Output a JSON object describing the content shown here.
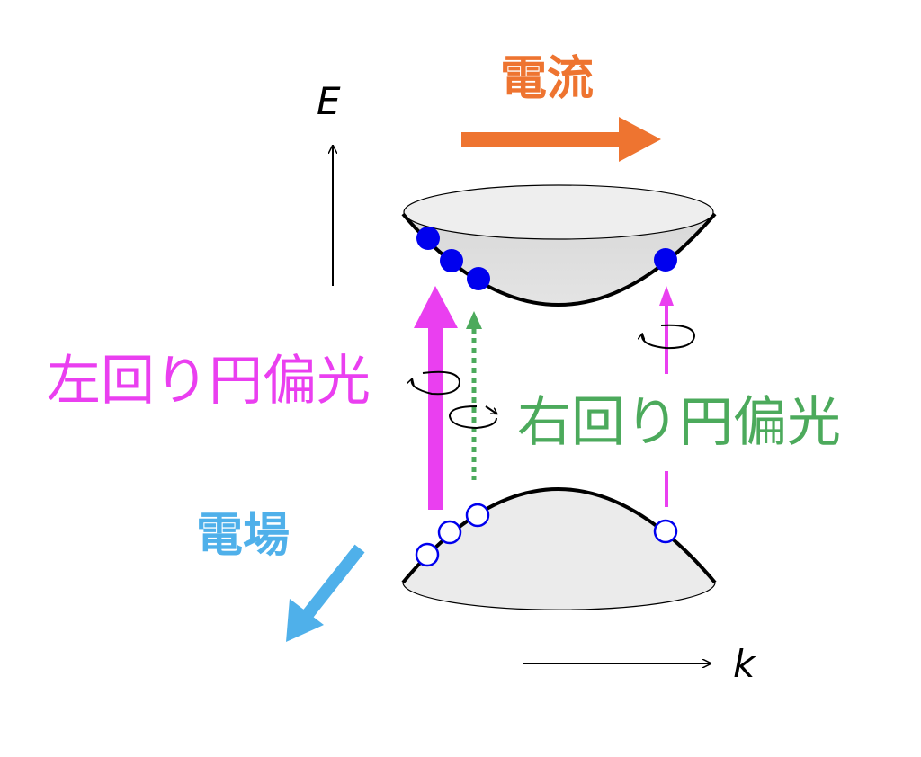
{
  "labels": {
    "energy_axis": "E",
    "momentum_axis": "k",
    "current": "電流",
    "left_circular": "左回り円偏光",
    "right_circular": "右回り円偏光",
    "electric_field": "電場"
  },
  "colors": {
    "current": "#ee7430",
    "left_circular": "#ea3ff0",
    "right_circular": "#4caa5c",
    "electric_field": "#4fb0ea",
    "electron": "#0000ee",
    "band_fill": "#e8e8e8"
  }
}
